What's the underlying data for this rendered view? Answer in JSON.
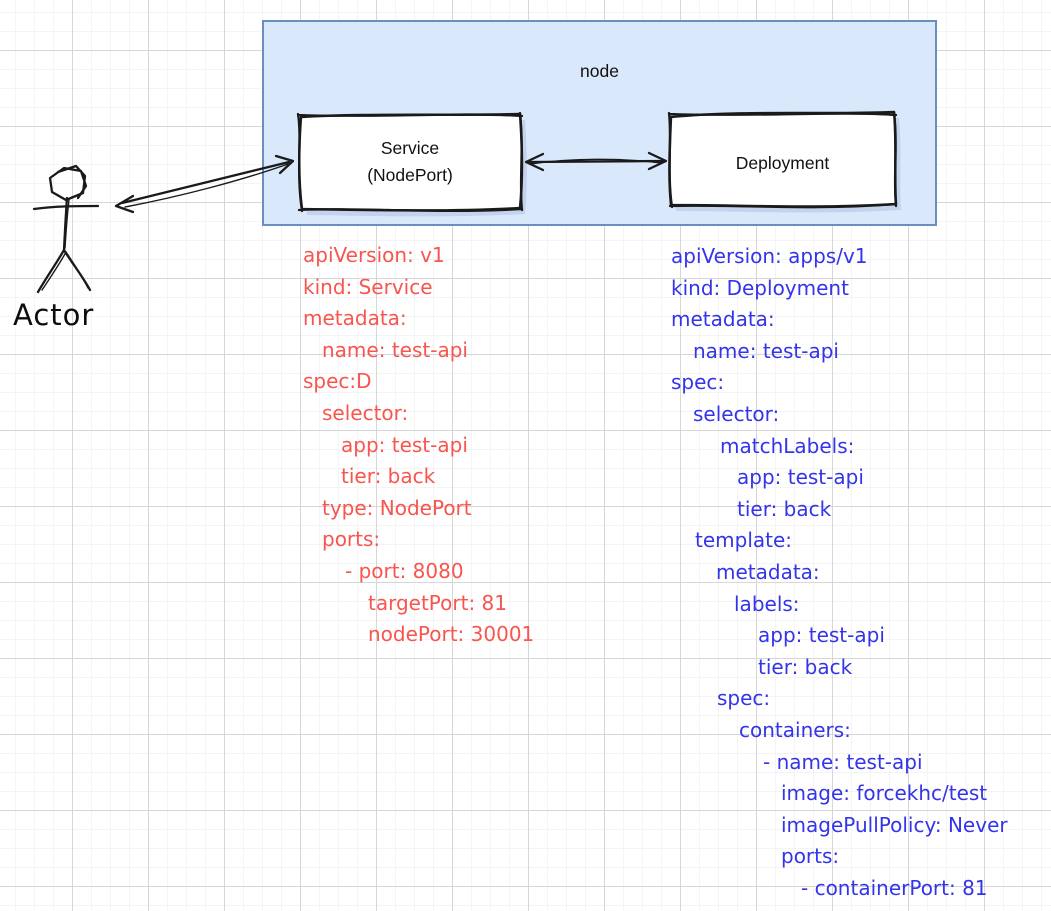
{
  "colors": {
    "node_fill": "#dae8fc",
    "node_border": "#6c8ebf",
    "sketch_stroke": "#1a1a1a",
    "box_shadow": "#c3d3ee",
    "grid_minor": "#f4f4f4",
    "grid_major": "#d7d7d7"
  },
  "node_container": {
    "label": "node"
  },
  "service_node": {
    "label_line1": "Service",
    "label_line2": "(NodePort)"
  },
  "deployment_node": {
    "label": "Deployment"
  },
  "actor": {
    "label": "Actor"
  },
  "service_yaml": {
    "color": "#f8554e",
    "lines": [
      {
        "indent": 0,
        "text": "apiVersion: v1"
      },
      {
        "indent": 0,
        "text": "kind: Service"
      },
      {
        "indent": 0,
        "text": "metadata:"
      },
      {
        "indent": 19,
        "text": "name: test-api"
      },
      {
        "indent": 0,
        "text": "spec:D"
      },
      {
        "indent": 19,
        "text": "selector:"
      },
      {
        "indent": 38,
        "text": "app: test-api"
      },
      {
        "indent": 38,
        "text": "tier: back"
      },
      {
        "indent": 19,
        "text": "type: NodePort"
      },
      {
        "indent": 19,
        "text": "ports:"
      },
      {
        "indent": 42,
        "text": "- port: 8080"
      },
      {
        "indent": 65,
        "text": "targetPort: 81"
      },
      {
        "indent": 65,
        "text": "nodePort: 30001"
      }
    ]
  },
  "deployment_yaml": {
    "color": "#3434e8",
    "lines": [
      {
        "indent": 0,
        "text": "apiVersion: apps/v1"
      },
      {
        "indent": 0,
        "text": "kind: Deployment"
      },
      {
        "indent": 0,
        "text": "metadata:"
      },
      {
        "indent": 22,
        "text": "name: test-api"
      },
      {
        "indent": 0,
        "text": "spec:"
      },
      {
        "indent": 22,
        "text": "selector:"
      },
      {
        "indent": 49,
        "text": "matchLabels:"
      },
      {
        "indent": 66,
        "text": "app: test-api"
      },
      {
        "indent": 66,
        "text": "tier: back"
      },
      {
        "indent": 24,
        "text": "template:"
      },
      {
        "indent": 45,
        "text": "metadata:"
      },
      {
        "indent": 63,
        "text": "labels:"
      },
      {
        "indent": 87,
        "text": "app: test-api"
      },
      {
        "indent": 87,
        "text": "tier: back"
      },
      {
        "indent": 46,
        "text": "spec:"
      },
      {
        "indent": 68,
        "text": "containers:"
      },
      {
        "indent": 92,
        "text": "- name: test-api"
      },
      {
        "indent": 110,
        "text": "image: forcekhc/test"
      },
      {
        "indent": 110,
        "text": "imagePullPolicy: Never"
      },
      {
        "indent": 110,
        "text": "ports:"
      },
      {
        "indent": 130,
        "text": "- containerPort: 81"
      }
    ]
  }
}
